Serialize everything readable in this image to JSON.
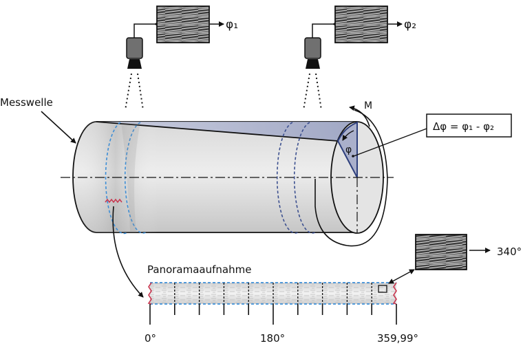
{
  "labels": {
    "shaft": "Messwelle",
    "torque": "M",
    "formula": "Δφ = φ₁ - φ₂",
    "angle": "φ",
    "camera1_output": "φ₁",
    "camera2_output": "φ₂",
    "panorama": "Panoramaaufnahme",
    "detail_output": "340°"
  },
  "panorama_scale": {
    "divisions": 10,
    "ticks": [
      {
        "label": "0°"
      },
      {
        "label": "180°"
      },
      {
        "label": "359,99°"
      }
    ]
  },
  "colors": {
    "outline": "#111111",
    "cylinder_light": "#ececec",
    "cylinder_dark": "#b9b9b9",
    "twist_fill": "#aeb4cc",
    "twist_edge": "#2e3f7c",
    "measure_ring": "#3d8ed6",
    "measure_ring_dark": "#3b4f8f",
    "cut_marker": "#c8364f",
    "camera_body": "#6f6f6f"
  }
}
